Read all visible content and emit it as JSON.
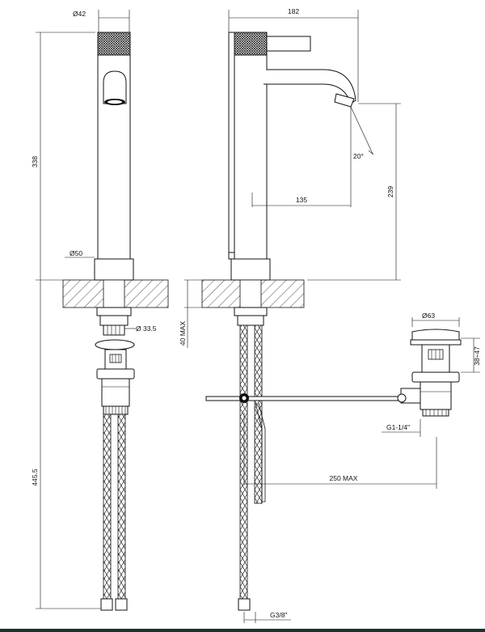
{
  "dimensions": {
    "d42": "Ø42",
    "w182": "182",
    "h338": "338",
    "a20": "20°",
    "l135": "135",
    "h239": "239",
    "d50": "Ø50",
    "max40": "40 MAX",
    "d33_5": "Ø 33.5",
    "d63": "Ø63",
    "h38_47": "38÷47",
    "h445_5": "445.5",
    "g1_1_4": "G1-1/4\"",
    "max250": "250 MAX",
    "g3_8": "G3/8\""
  },
  "colors": {
    "line": "#111111",
    "hatch": "#222222",
    "footer": "#1f2f2f"
  }
}
